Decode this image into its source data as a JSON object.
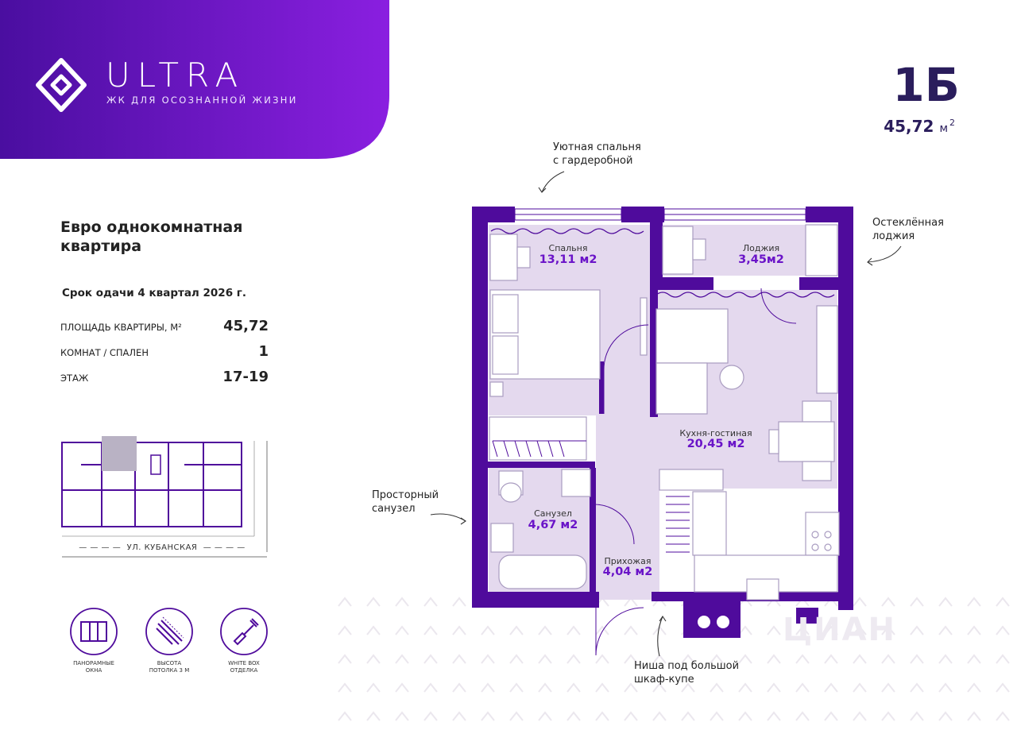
{
  "brand": {
    "name": "ULTRA",
    "tagline": "ЖК ДЛЯ ОСОЗНАННОЙ ЖИЗНИ",
    "accent": "#7b12cc",
    "wall": "#4f0b9c",
    "room_fill": "#e6dcef"
  },
  "apartment": {
    "code": "1Б",
    "area": "45,72",
    "area_unit": "м",
    "area_unit_sup": "2",
    "title": "Евро однокомнатная квартира",
    "deadline": "Срок одачи 4 квартал 2026 г.",
    "specs": [
      {
        "label": "ПЛОЩАДЬ КВАРТИРЫ, М²",
        "value": "45,72"
      },
      {
        "label": "КОМНАТ / СПАЛЕН",
        "value": "1"
      },
      {
        "label": "ЭТАЖ",
        "value": "17-19"
      }
    ]
  },
  "site_plan": {
    "street": "УЛ. КУБАНСКАЯ"
  },
  "features": [
    {
      "icon": "panoramic-window-icon",
      "label_line1": "ПАНОРАМНЫЕ",
      "label_line2": "ОКНА"
    },
    {
      "icon": "ceiling-height-icon",
      "label_line1": "ВЫСОТА",
      "label_line2": "ПОТОЛКА 3 М"
    },
    {
      "icon": "paint-brush-icon",
      "label_line1": "WHITE BOX",
      "label_line2": "ОТДЕЛКА"
    }
  ],
  "rooms": [
    {
      "name": "Спальня",
      "area": "13,11 м2"
    },
    {
      "name": "Лоджия",
      "area": "3,45м2"
    },
    {
      "name": "Кухня-гостиная",
      "area": "20,45 м2"
    },
    {
      "name": "Санузел",
      "area": "4,67 м2"
    },
    {
      "name": "Прихожая",
      "area": "4,04 м2"
    }
  ],
  "callouts": {
    "bedroom": [
      "Уютная спальня",
      "с гардеробной"
    ],
    "loggia": [
      "Остеклённая",
      "лоджия"
    ],
    "bathroom": [
      "Просторный",
      "санузел"
    ],
    "wardrobe": [
      "Ниша под большой",
      "шкаф-купе"
    ]
  },
  "watermark": "ЦИАН"
}
